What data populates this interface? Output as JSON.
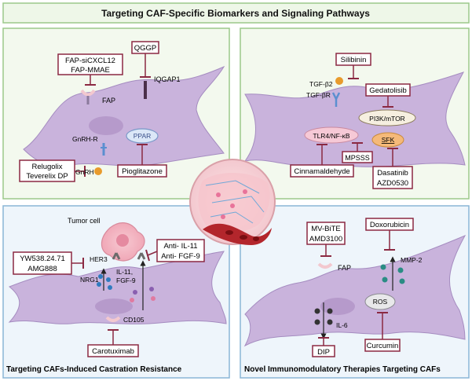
{
  "header": {
    "title": "Targeting CAF-Specific Biomarkers and Signaling Pathways"
  },
  "panel_tl": {
    "drugs": {
      "fap_drug_1": "FAP-siCXCL12",
      "fap_drug_2": "FAP-MMAE",
      "qggp": "QGGP",
      "relugolix": "Relugolix",
      "teverelix": "Teverelix DP",
      "pioglitazone": "Pioglitazone"
    },
    "labels": {
      "fap": "FAP",
      "iqgap1": "IQGAP1",
      "ppar": "PPAR",
      "gnrh_r": "GnRH-R",
      "gnrh": "GnRH"
    }
  },
  "panel_tr": {
    "drugs": {
      "silibinin": "Silibinin",
      "gedatolisib": "Gedatolisib",
      "cinnamaldehyde": "Cinnamaldehyde",
      "mpsss": "MPSSS",
      "dasatinib": "Dasatinib",
      "azd0530": "AZD0530"
    },
    "labels": {
      "tgfb2": "TGF-β2",
      "tgfbr": "TGF-βR",
      "pi3k": "PI3K/mTOR",
      "tlr4": "TLR4/NF-κB",
      "sfk": "SFK"
    }
  },
  "panel_bl": {
    "title": "Targeting CAFs-Induced Castration Resistance",
    "drugs": {
      "yw": "YW538.24.71",
      "amg": "AMG888",
      "anti_il11": "Anti- IL-11",
      "anti_fgf9": "Anti- FGF-9",
      "carotuximab": "Carotuximab"
    },
    "labels": {
      "tumor": "Tumor cell",
      "her3": "HER3",
      "nrg1": "NRG1",
      "il11": "IL-11,",
      "fgf9": "FGF-9",
      "cd105": "CD105"
    }
  },
  "panel_br": {
    "title": "Novel Immunomodulatory Therapies Targeting CAFs",
    "drugs": {
      "mvbite": "MV-BiTE",
      "amd3100": "AMD3100",
      "doxorubicin": "Doxorubicin",
      "curcumin": "Curcumin",
      "dip": "DIP"
    },
    "labels": {
      "fap": "FAP",
      "mmp2": "MMP-2",
      "ros": "ROS",
      "il6": "IL-6"
    }
  },
  "colors": {
    "panel_green_border": "#9cc98a",
    "panel_green_fill": "#f3f9ee",
    "panel_blue_border": "#8ab6d6",
    "panel_blue_fill": "#eef5fb",
    "cell_fill": "#c9b3dc",
    "drug_border": "#8b2942",
    "inhibit": "#8b2942"
  }
}
